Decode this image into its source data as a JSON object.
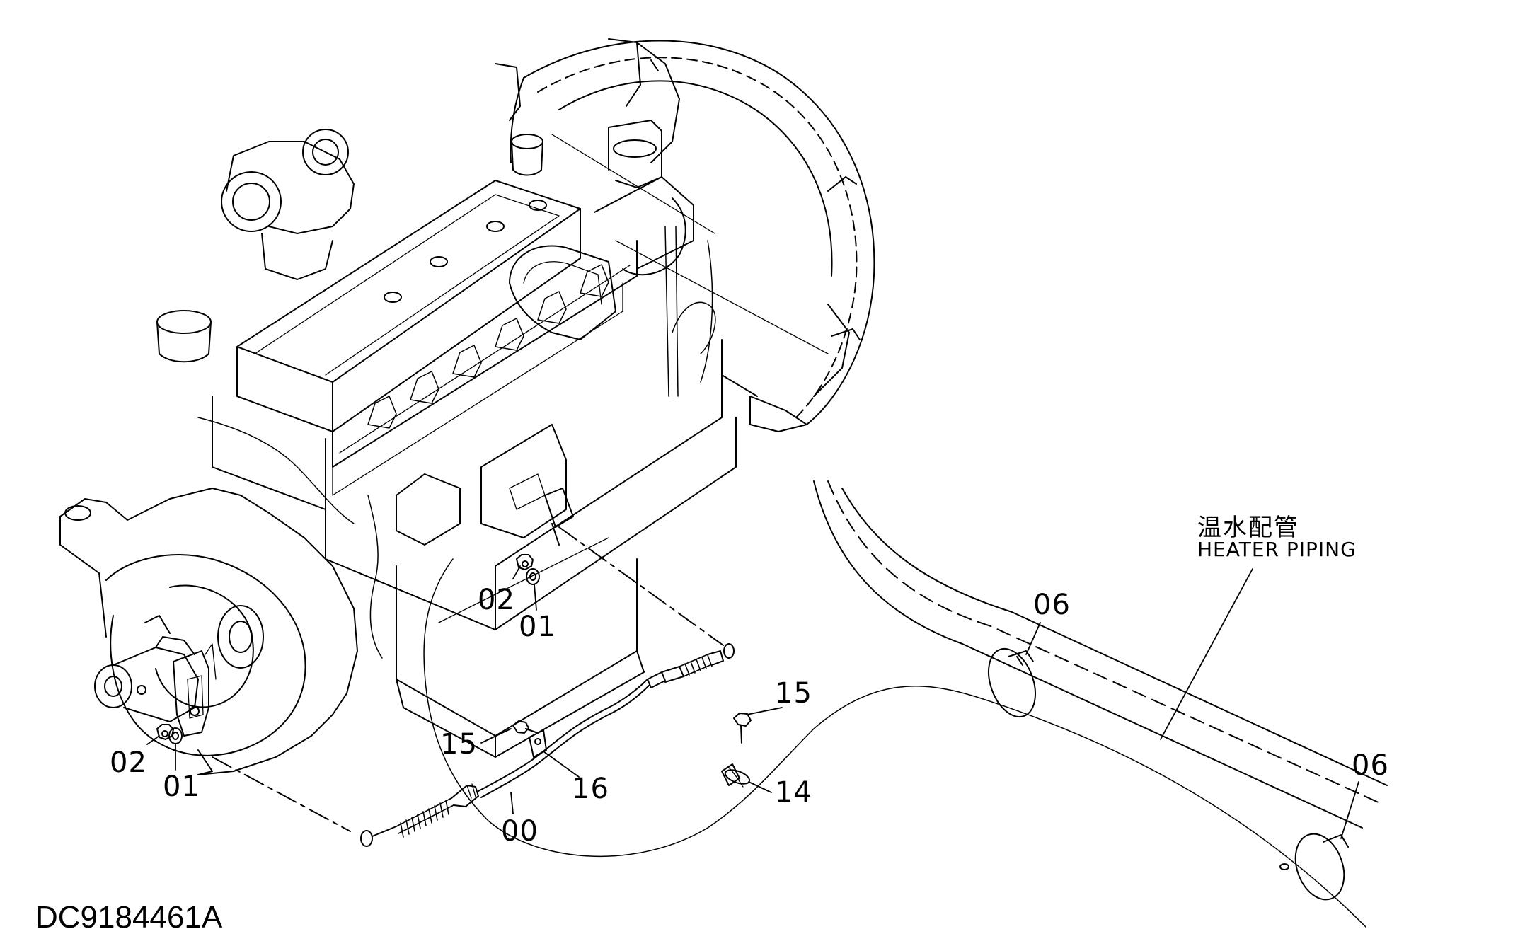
{
  "drawing_number": "DC9184461A",
  "note": {
    "cn": "温水配管",
    "en": "HEATER PIPING"
  },
  "callouts": [
    {
      "id": "c-02-upper",
      "text": "02"
    },
    {
      "id": "c-01-upper",
      "text": "01"
    },
    {
      "id": "c-02-lower",
      "text": "02"
    },
    {
      "id": "c-01-lower",
      "text": "01"
    },
    {
      "id": "c-15-left",
      "text": "15"
    },
    {
      "id": "c-16",
      "text": "16"
    },
    {
      "id": "c-00",
      "text": "00"
    },
    {
      "id": "c-15-right",
      "text": "15"
    },
    {
      "id": "c-14",
      "text": "14"
    },
    {
      "id": "c-06-upper",
      "text": "06"
    },
    {
      "id": "c-06-lower",
      "text": "06"
    }
  ]
}
